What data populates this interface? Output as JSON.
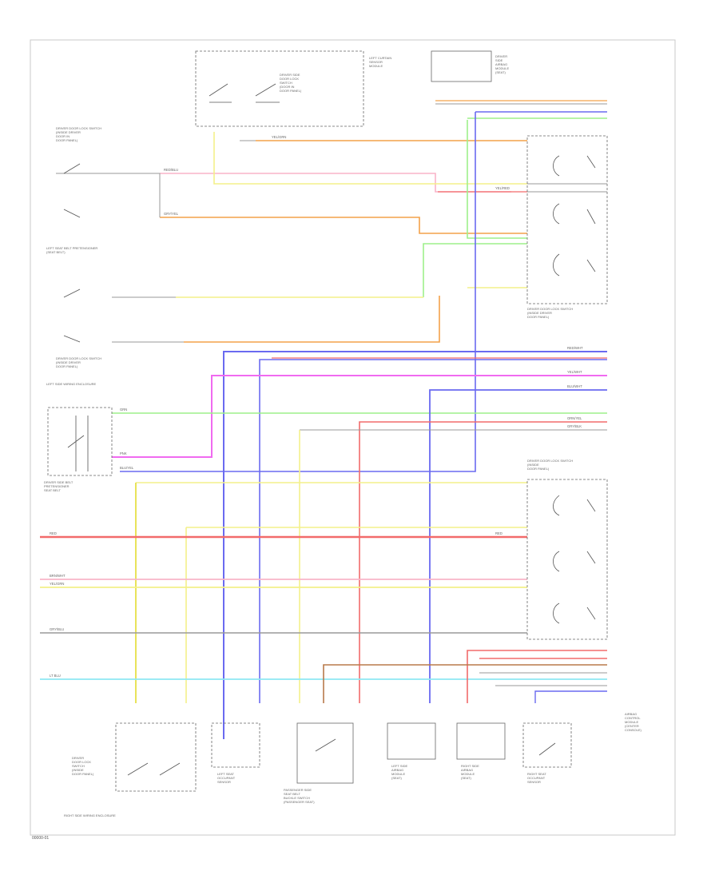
{
  "blocks": {
    "top_center_switch": [
      "DRIVER SIDE",
      "DOOR LOCK",
      "SWITCH",
      "(DOOR IN",
      "DOOR PANEL)"
    ],
    "top_right_a": [
      "LEFT CURTAIN",
      "SENSOR",
      "MODULE"
    ],
    "top_right_b": [
      "DRIVER",
      "SIDE",
      "AIRBAG",
      "MODULE",
      "(SEAT)"
    ],
    "left_driver_lock": [
      "DRIVER DOOR LOCK SWITCH",
      "(INSIDE DRIVER",
      "DOOR IN",
      "DOOR PANEL)"
    ],
    "left_seatbelt": [
      "LEFT SEAT BELT PRETENSIONER",
      "(SEAT BELT)"
    ],
    "left_lock_switch": [
      "DRIVER DOOR LOCK SWITCH",
      "(INSIDE DRIVER",
      "DOOR PANEL)"
    ],
    "left_side_ground": [
      "LEFT SIDE WIRING ENCLOSURE"
    ],
    "left_sensor": [
      "DRIVER SIDE BELT",
      "PRETENSIONER",
      "SEAT BELT"
    ],
    "right_upper_switch": [
      "DRIVER DOOR LOCK SWITCH",
      "(INSIDE DRIVER",
      "DOOR PANEL)"
    ],
    "right_mid_switch": [
      "DRIVER DOOR LOCK SWITCH",
      "(INSIDE",
      "DOOR PANEL)"
    ],
    "right_bottom_module": [
      "AIRBAG",
      "CONTROL",
      "MODULE",
      "(CENTER",
      "CONSOLE)"
    ],
    "bottom_labels": [
      [
        "DRIVER",
        "DOOR LOCK",
        "SWITCH",
        "(INSIDE",
        "DOOR PANEL)"
      ],
      [
        "LEFT SEAT",
        "OCCUPANT",
        "SENSOR"
      ],
      [
        "PASSENGER SIDE",
        "SEAT BELT",
        "BUCKLE SWITCH",
        "(PASSENGER SEAT)"
      ],
      [
        "LEFT SIDE",
        "AIRBAG",
        "MODULE",
        "(SEAT)"
      ],
      [
        "RIGHT SIDE",
        "AIRBAG",
        "MODULE",
        "(SEAT)"
      ],
      [
        "RIGHT SEAT",
        "OCCUPANT",
        "SENSOR"
      ]
    ],
    "bottom_ground": [
      "RIGHT SIDE WIRING ENCLOSURE"
    ]
  },
  "wire_labels": {
    "top_left": [
      "RED/BLU",
      "GRY/YEL",
      "YEL/GRN",
      "YEL/RED"
    ],
    "mid_left": [
      "RED",
      "PNK",
      "BLU/YEL",
      "GRN"
    ],
    "mid_right": [
      "RED/WHT",
      "YEL/WHT",
      "BLU/WHT",
      "ORN/YEL",
      "GRY/BLK"
    ],
    "lower": [
      "RED",
      "BRN/WHT",
      "YEL/GRN",
      "GRY/BLU",
      "LT BLU"
    ]
  },
  "footer_code": "00000-01",
  "colors": {
    "red": "#f26b6b",
    "pink": "#f8b4c8",
    "orange": "#f4a24a",
    "yellow": "#f3f08a",
    "yellow_dark": "#e8e35a",
    "green": "#9ef08a",
    "blue": "#6a6af0",
    "cyan": "#8ee8f2",
    "magenta": "#f06af0",
    "gray": "#9a9a9a",
    "brown": "#b87a4a"
  }
}
